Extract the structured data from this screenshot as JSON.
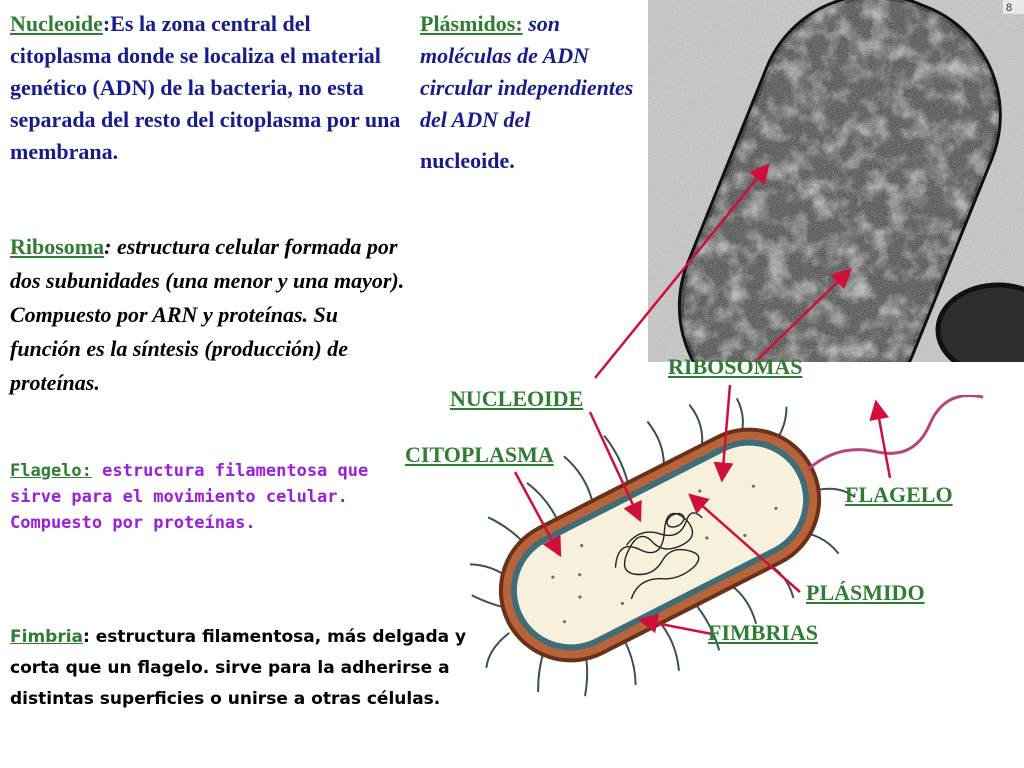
{
  "nucleoide": {
    "term": "Nucleoide",
    "text": ":Es la zona central del citoplasma donde se localiza el material genético (ADN) de la bacteria, no esta separada del resto del citoplasma por una membrana."
  },
  "plasmidos": {
    "term": "Plásmidos:",
    "text": " son moléculas de ADN circular independientes del ADN del",
    "tail": "nucleoide."
  },
  "ribosoma": {
    "term": "Ribosoma",
    "text": ": estructura celular formada por dos subunidades (una menor y una mayor). Compuesto por ARN y proteínas. Su función es la síntesis (producción) de proteínas."
  },
  "flagelo": {
    "term": "Flagelo:",
    "text": " estructura filamentosa que sirve para el movimiento celular. Compuesto por proteínas."
  },
  "fimbria": {
    "term": "Fimbria",
    "text": ": estructura filamentosa, más delgada y corta que un flagelo. sirve para la adherirse a distintas superficies o unirse a otras células."
  },
  "labels": {
    "ribosomas": "RIBOSOMAS",
    "nucleoide": "NUCLEOIDE",
    "citoplasma": "CITOPLASMA",
    "flagelo": "FLAGELO",
    "plasmido": "PLÁSMIDO",
    "fimbrias": "FIMBRIAS"
  },
  "colors": {
    "term_green": "#2e7d32",
    "text_navy": "#1a1a8c",
    "text_violet": "#9b1fd6",
    "arrow_red": "#d0103a"
  }
}
